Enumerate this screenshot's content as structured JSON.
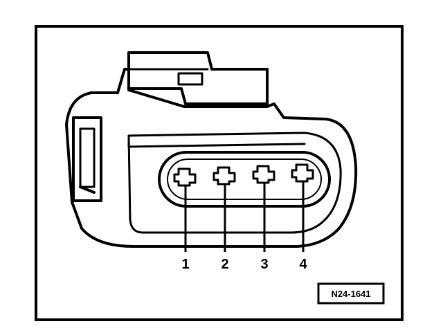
{
  "figure": {
    "reference_code": "N24-1641",
    "pins": [
      {
        "label": "1"
      },
      {
        "label": "2"
      },
      {
        "label": "3"
      },
      {
        "label": "4"
      }
    ]
  },
  "colors": {
    "ink": "#000000",
    "paper": "#ffffff"
  }
}
